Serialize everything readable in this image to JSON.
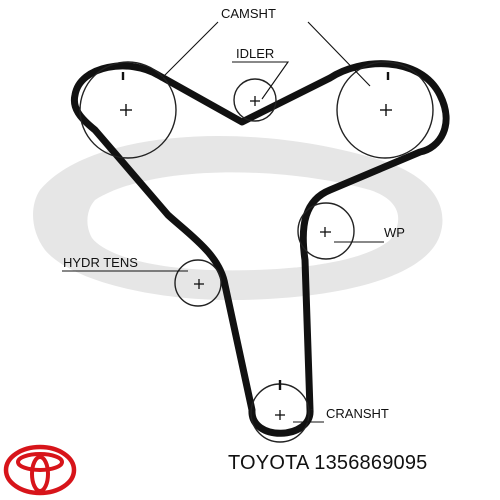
{
  "labels": {
    "camshaft": "CAMSHT",
    "idler": "IDLER",
    "water_pump": "WP",
    "hydraulic_tensioner": "HYDR TENS",
    "crankshaft": "CRANSHT"
  },
  "caption": {
    "brand": "TOYOTA",
    "part_number": "1356869095"
  },
  "icons": {
    "brand_logo": "toyota-logo",
    "watermark": "gates-watermark"
  },
  "colors": {
    "belt": "#111111",
    "pulley": "#222222",
    "watermark": "#e4e4e4",
    "logo": "#d7141a",
    "text": "#111111"
  }
}
